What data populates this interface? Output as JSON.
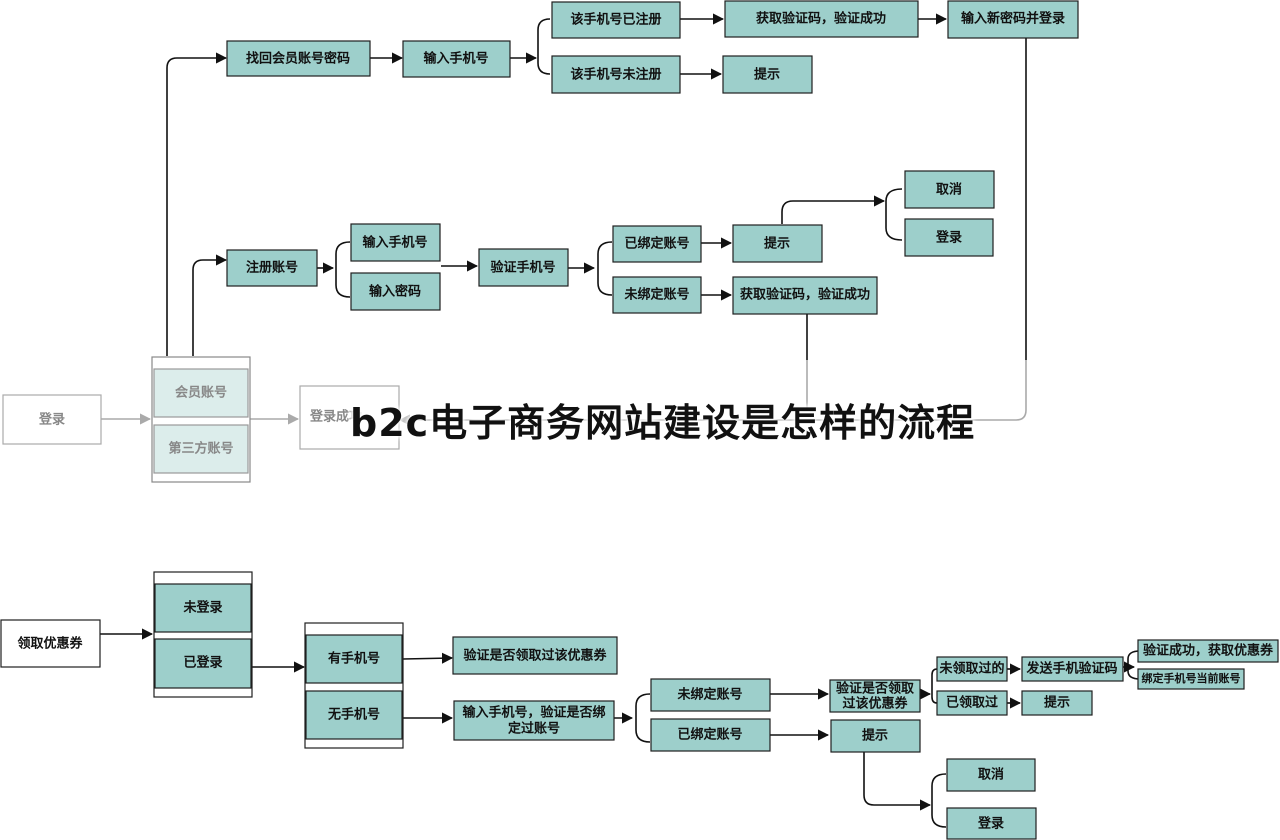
{
  "title": "b2c电子商务网站建设是怎样的流程",
  "top_flow": {
    "login": "登录",
    "member_account": "会员账号",
    "third_party_account": "第三方账号",
    "login_success": "登录成功",
    "find_password": "找回会员账号密码",
    "input_phone_1": "输入手机号",
    "phone_registered": "该手机号已注册",
    "phone_not_registered": "该手机号未注册",
    "get_code_success_1": "获取验证码，验证成功",
    "hint_1": "提示",
    "input_new_password": "输入新密码并登录",
    "register_account": "注册账号",
    "input_phone_2": "输入手机号",
    "input_password": "输入密码",
    "verify_phone": "验证手机号",
    "bound_account": "已绑定账号",
    "unbound_account": "未绑定账号",
    "hint_2": "提示",
    "get_code_success_2": "获取验证码，验证成功",
    "cancel_1": "取消",
    "login_2": "登录"
  },
  "bottom_flow": {
    "get_coupon": "领取优惠券",
    "not_logged_in": "未登录",
    "logged_in": "已登录",
    "has_phone": "有手机号",
    "no_phone": "无手机号",
    "verify_coupon_taken": "验证是否领取过该优惠券",
    "input_phone_verify_line1": "输入手机号，验证是否绑",
    "input_phone_verify_line2": "定过账号",
    "unbound_account": "未绑定账号",
    "bound_account": "已绑定账号",
    "verify_coupon_line1": "验证是否领取",
    "verify_coupon_line2": "过该优惠券",
    "hint": "提示",
    "not_taken": "未领取过的",
    "taken": "已领取过",
    "send_code": "发送手机验证码",
    "hint_2": "提示",
    "verify_success": "验证成功，获取优惠券",
    "bind_phone": "绑定手机号当前账号",
    "cancel": "取消",
    "login": "登录"
  }
}
